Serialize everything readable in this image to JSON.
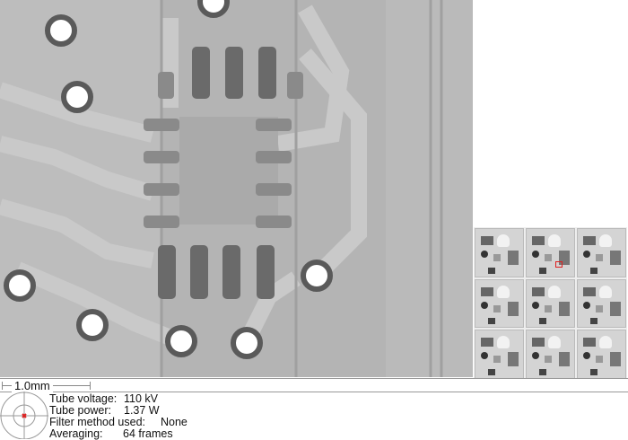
{
  "scale_bar": {
    "label": "1.0mm"
  },
  "info": {
    "tube_voltage": {
      "label": "Tube voltage:",
      "value": "110 kV"
    },
    "tube_power": {
      "label": "Tube power:",
      "value": "1.37 W"
    },
    "filter_method": {
      "label": "Filter method used:",
      "value": "None"
    },
    "averaging": {
      "label": "Averaging:",
      "value": "64 frames"
    }
  },
  "thumbnails": {
    "count": 9,
    "selected_index": 1
  },
  "colors": {
    "marker": "#e02020",
    "background": "#b0b0b0"
  }
}
